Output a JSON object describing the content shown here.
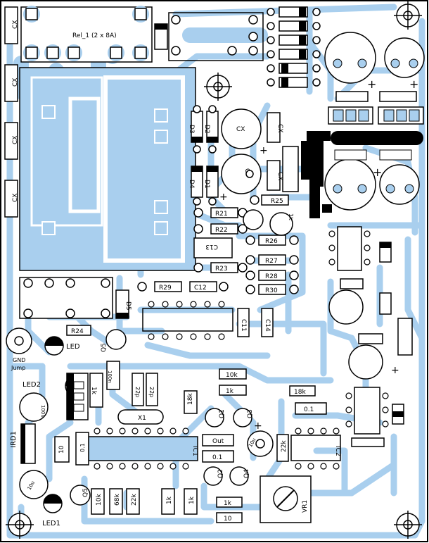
{
  "board": {
    "colors": {
      "trace": "#a9cfee",
      "silk": "#000000",
      "pad": "#ffffff",
      "background": "#ffffff"
    },
    "relay": {
      "label": "Rel_1 (2 x 8A)"
    },
    "connectors": [
      "CX",
      "CX",
      "CX",
      "CX"
    ],
    "caps_electrolytic": [
      "CX",
      "CX",
      "10u",
      "10u",
      "100u"
    ],
    "caps_ceramic": [
      "CX",
      "CX",
      "C11",
      "C12",
      "C13",
      "C14",
      "0.1",
      "0.1",
      "0.1",
      "22p",
      "22p",
      "100n"
    ],
    "diodes": [
      "D1",
      "D2",
      "D3",
      "D4",
      "D5"
    ],
    "resistors": [
      "R21",
      "R22",
      "R23",
      "R24",
      "R25",
      "R26",
      "R27",
      "R28",
      "R29",
      "R30",
      "10k",
      "1k",
      "18k",
      "1k",
      "1k",
      "1k",
      "10k",
      "68k",
      "22k",
      "1k",
      "1k",
      "10",
      "1k",
      "10",
      "22k"
    ],
    "transistors": [
      "Q1",
      "Q2",
      "Q3",
      "Q4",
      "Q5",
      "Q5"
    ],
    "ics": [
      "IC1",
      "IC2"
    ],
    "crystal": "X1",
    "trimmer": "VR1",
    "leds": [
      "LED",
      "LED1",
      "LED2"
    ],
    "ir_receiver": "IRD1",
    "misc": {
      "gnd": "GND",
      "jump": "Jump",
      "out": "Out",
      "plus": "+"
    }
  }
}
